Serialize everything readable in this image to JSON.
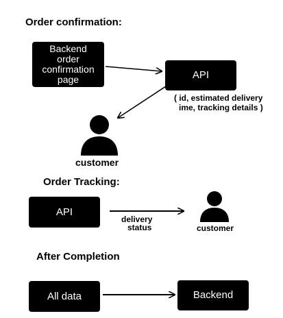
{
  "sections": {
    "confirmation": {
      "heading": "Order confirmation:",
      "backend_box": "Backend order confirmation page",
      "api_box": "API",
      "api_note_line1": "( id, estimated delivery",
      "api_note_line2": "ime, tracking details )",
      "customer_label": "customer"
    },
    "tracking": {
      "heading": "Order Tracking:",
      "api_box": "API",
      "edge_label_line1": "delivery",
      "edge_label_line2": "status",
      "customer_label": "customer"
    },
    "completion": {
      "heading": "After Completion",
      "source_box": "All data",
      "target_box": "Backend"
    }
  },
  "colors": {
    "box_fill": "#000000",
    "box_text": "#ffffff",
    "background": "#ffffff"
  },
  "icons": [
    "person-icon",
    "arrow-right-icon",
    "arrow-down-left-icon"
  ]
}
